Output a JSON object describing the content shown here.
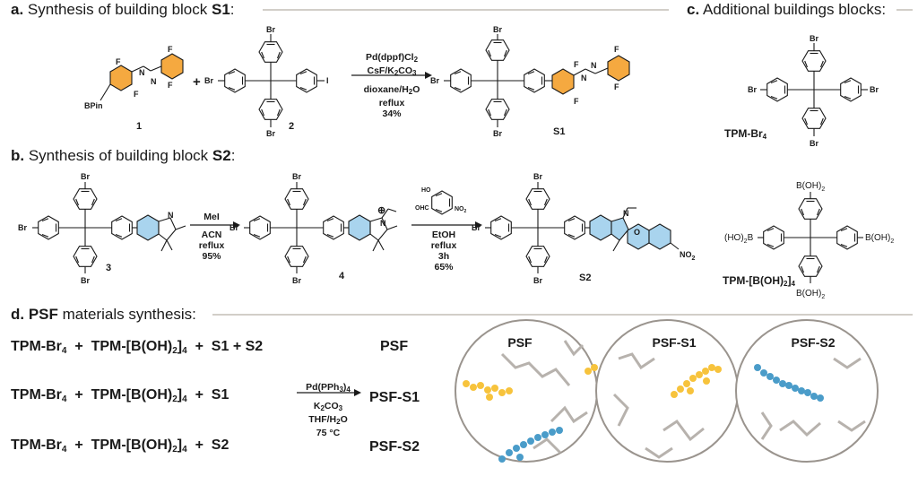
{
  "section_a": {
    "letter": "a.",
    "text": "Synthesis of building block ",
    "bold": "S1",
    "colon": ":"
  },
  "section_b": {
    "letter": "b.",
    "text": "Synthesis of building block ",
    "bold": "S2",
    "colon": ":"
  },
  "section_c": {
    "letter": "c.",
    "text": "Additional buildings blocks:"
  },
  "section_d": {
    "letter": "d.",
    "bold": "PSF",
    "text": " materials synthesis:"
  },
  "compounds": {
    "c1": "1",
    "c2": "2",
    "s1": "S1",
    "c3": "3",
    "c4": "4",
    "s2": "S2",
    "bpin": "BPin",
    "br": "Br",
    "f": "F",
    "i": "I",
    "n": "N",
    "o": "O",
    "no2": "NO",
    "no2_sub": "2",
    "b_oh2": "B(OH)",
    "b_oh2_sub": "2",
    "ho_b": "(HO)",
    "ho_b_sub": "2",
    "b_suffix": "B",
    "ho": "HO",
    "ohc": "OHC",
    "plus_sign": "⊕",
    "tpm_br4_base": "TPM-Br",
    "tpm_br4_sub": "4",
    "tpm_boh_base": "TPM-[B(OH)",
    "tpm_boh_sub1": "2",
    "tpm_boh_close": "]",
    "tpm_boh_sub2": "4"
  },
  "conditions_a": [
    "Pd(dppf)Cl",
    "CsF/K",
    "dioxane/H",
    "reflux",
    "34%"
  ],
  "conditions_a_subs": [
    "2",
    "2",
    "CO",
    "3",
    "2",
    "O"
  ],
  "conditions_b1": [
    "MeI",
    "ACN",
    "reflux",
    "95%"
  ],
  "conditions_b2": [
    "EtOH",
    "reflux",
    "3h",
    "65%"
  ],
  "conditions_d": [
    "Pd(PPh",
    "3",
    ")",
    "4",
    "K",
    "2",
    "CO",
    "3",
    "THF/H",
    "2",
    "O",
    "75 °C"
  ],
  "reactions_d": [
    {
      "parts": [
        "TPM-Br",
        "+",
        "TPM-[B(OH)",
        "]",
        "+",
        "S1 + S2"
      ],
      "product": "PSF"
    },
    {
      "parts": [
        "TPM-Br",
        "+",
        "TPM-[B(OH)",
        "]",
        "+",
        "S1"
      ],
      "product": "PSF-S1"
    },
    {
      "parts": [
        "TPM-Br",
        "+",
        "TPM-[B(OH)",
        "]",
        "+",
        "S2"
      ],
      "product": "PSF-S2"
    }
  ],
  "circles": [
    "PSF",
    "PSF-S1",
    "PSF-S2"
  ],
  "colors": {
    "orange": "#F5A940",
    "blue": "#A9D4EE",
    "yellow_mol": "#F7C33C",
    "blue_mol": "#4A9CC9",
    "grey_frame": "#9A948E",
    "divider": "#B8B0A8"
  }
}
